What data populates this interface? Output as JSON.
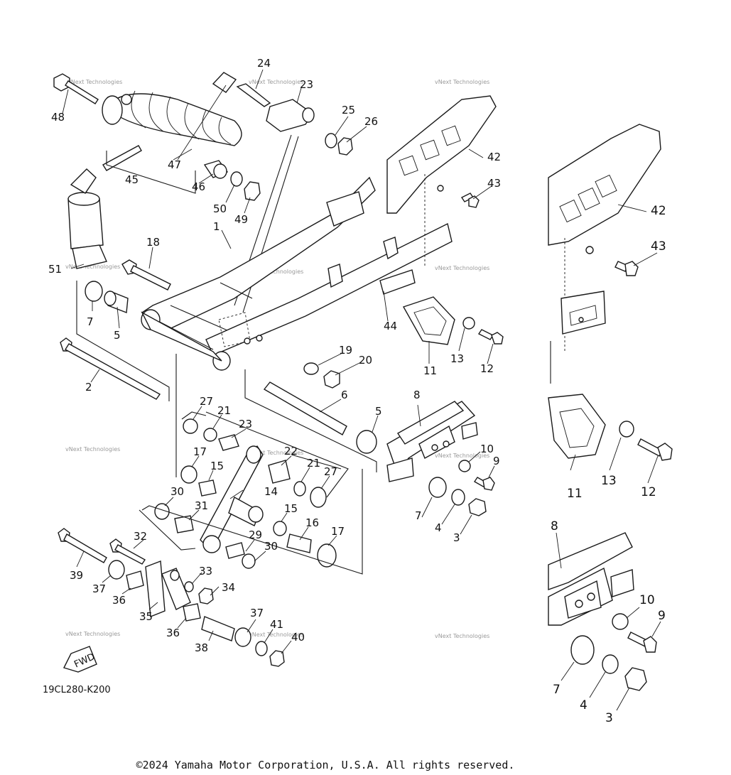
{
  "diagram_code": "19CL280-K200",
  "fwd_label": "FWD",
  "watermark": "vNext Technologies",
  "copyright": "©2024 Yamaha Motor Corporation, U.S.A. All rights reserved.",
  "callouts": {
    "c1": "1",
    "c2": "2",
    "c3": "3",
    "c4": "4",
    "c5a": "5",
    "c5b": "5",
    "c6": "6",
    "c7a": "7",
    "c7b": "7",
    "c8": "8",
    "c9": "9",
    "c10": "10",
    "c11": "11",
    "c12": "12",
    "c13": "13",
    "c14": "14",
    "c15a": "15",
    "c15b": "15",
    "c16": "16",
    "c17a": "17",
    "c17b": "17",
    "c18": "18",
    "c19": "19",
    "c20": "20",
    "c21a": "21",
    "c21b": "21",
    "c22": "22",
    "c23a": "23",
    "c23b": "23",
    "c24": "24",
    "c25": "25",
    "c26": "26",
    "c27a": "27",
    "c27b": "27",
    "c29": "29",
    "c30a": "30",
    "c30b": "30",
    "c31": "31",
    "c32": "32",
    "c33": "33",
    "c34": "34",
    "c35": "35",
    "c36a": "36",
    "c36b": "36",
    "c37a": "37",
    "c37b": "37",
    "c38": "38",
    "c39": "39",
    "c40": "40",
    "c41": "41",
    "c42": "42",
    "c43": "43",
    "c44": "44",
    "c45": "45",
    "c46": "46",
    "c47": "47",
    "c48": "48",
    "c49": "49",
    "c50": "50",
    "c51": "51",
    "r42": "42",
    "r43": "43",
    "r11": "11",
    "r13": "13",
    "r12": "12",
    "r8": "8",
    "r10": "10",
    "r9": "9",
    "r7": "7",
    "r4": "4",
    "r3": "3"
  }
}
